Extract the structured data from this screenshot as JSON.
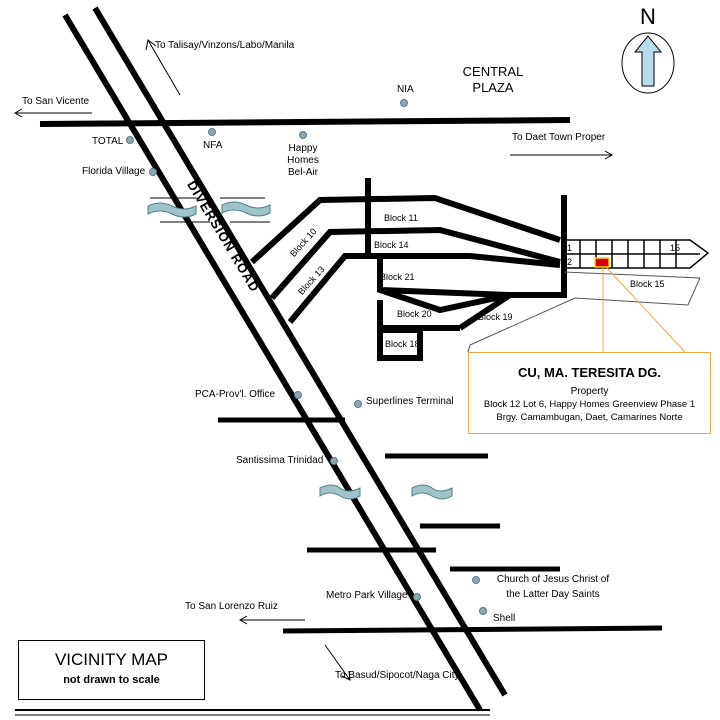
{
  "colors": {
    "road": "#000000",
    "marker": "#8ea7b5",
    "water": "#9fc3c9",
    "property": "#d40000",
    "leader": "#f0a64a",
    "arrow": "#b9dcea"
  },
  "north": {
    "label": "N",
    "icon": "north-arrow-icon"
  },
  "main_road": {
    "label": "DIVERSION ROAD"
  },
  "directions": {
    "talisay": "To Talisay/Vinzons/Labo/Manila",
    "san_vicente": "To San Vicente",
    "daet": "To Daet Town Proper",
    "san_lorenzo": "To San Lorenzo Ruiz",
    "basud": "To Basud/Sipocot/Naga City"
  },
  "landmarks": {
    "nia": "NIA",
    "central_plaza": [
      "CENTRAL",
      "PLAZA"
    ],
    "total": "TOTAL",
    "nfa": "NFA",
    "happy_homes": [
      "Happy",
      "Homes",
      "Bel-Air"
    ],
    "florida": "Florida Village",
    "pca": "PCA-Prov'l. Office",
    "superlines": "Superlines Terminal",
    "santissima": "Santissima Trinidad",
    "church": [
      "Church of Jesus Christ of",
      "the Latter Day Saints"
    ],
    "metro": "Metro Park Village",
    "shell": "Shell"
  },
  "blocks": {
    "b10": "Block 10",
    "b11": "Block 11",
    "b13": "Block 13",
    "b14": "Block 14",
    "b21": "Block 21",
    "b20": "Block 20",
    "b19": "Block 19",
    "b18": "Block 18",
    "b15": "Block 15",
    "lot1": "1",
    "lot2": "2",
    "lot15": "15"
  },
  "property": {
    "owner": "CU, MA. TERESITA DG.",
    "label": "Property",
    "address1": "Block 12 Lot  6, Happy Homes Greenview Phase 1",
    "address2": "Brgy. Camambugan, Daet, Camarines Norte"
  },
  "legend": {
    "title": "VICINITY MAP",
    "subtitle": "not drawn to scale"
  }
}
